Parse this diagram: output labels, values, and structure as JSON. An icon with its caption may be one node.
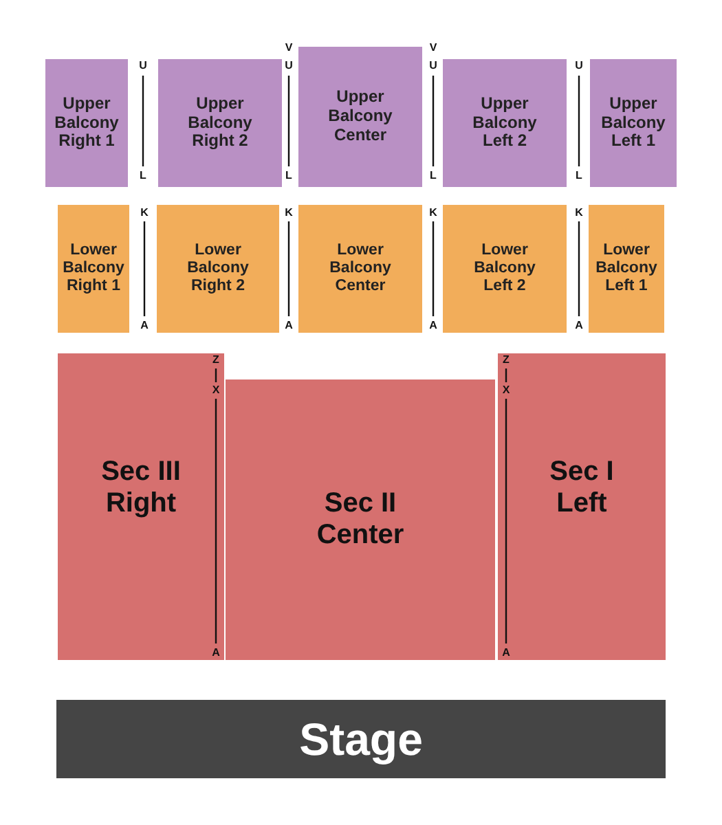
{
  "diagram": {
    "nodes": [
      {
        "text": [
          "Upper Balcony Right 1"
        ]
      },
      {
        "text": [
          "Upper Balcony Right 2"
        ]
      },
      {
        "text": [
          "Upper Balcony Center"
        ]
      },
      {
        "text": [
          "Upper Balcony Left 2"
        ]
      },
      {
        "text": [
          "Upper Balcony Left 1"
        ]
      },
      {
        "text": [
          "Lower Balcony Right 1"
        ]
      },
      {
        "text": [
          "Lower Balcony Right 2"
        ]
      },
      {
        "text": [
          "Lower Balcony Center"
        ]
      },
      {
        "text": [
          "Lower Balcony Left 2"
        ]
      },
      {
        "text": [
          "Lower Balcony Left 1"
        ]
      },
      {
        "text": [
          "Sec III Right"
        ]
      },
      {
        "text": [
          "Sec II Center"
        ]
      },
      {
        "text": [
          "Sec I Left"
        ]
      },
      {
        "text": [
          "Stage"
        ]
      }
    ],
    "labels": [
      "V",
      "V",
      "U",
      "U",
      "U",
      "U",
      "L",
      "L",
      "L",
      "L",
      "K",
      "K",
      "K",
      "K",
      "A",
      "A",
      "A",
      "A",
      "Z",
      "Z",
      "X",
      "X",
      "A",
      "A"
    ]
  }
}
